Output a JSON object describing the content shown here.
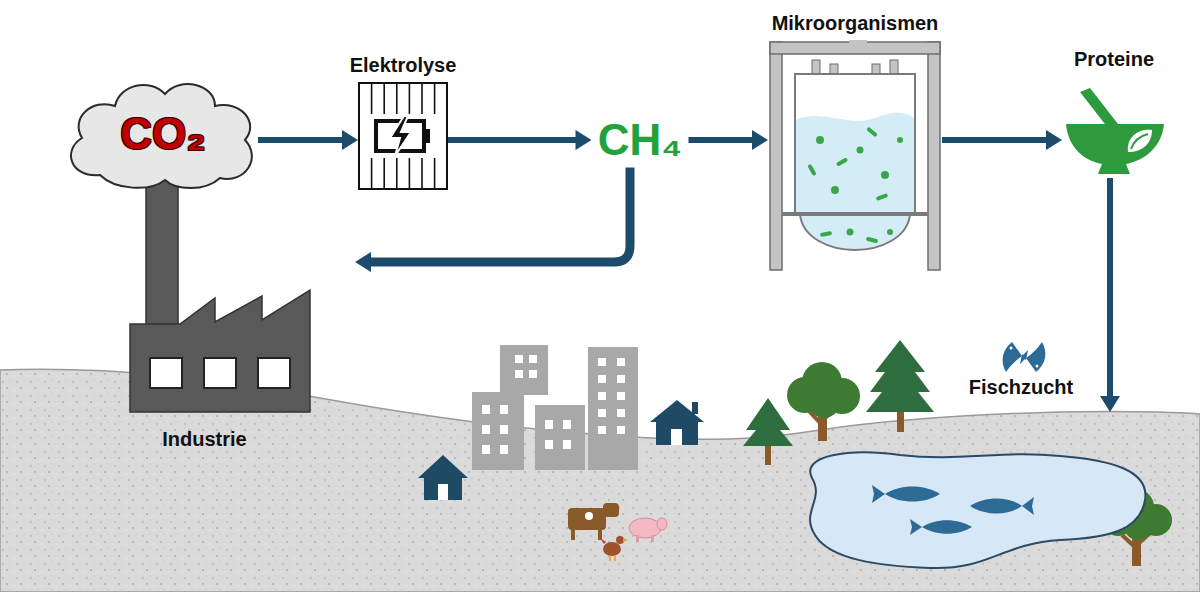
{
  "diagram": {
    "nodes": [
      {
        "text": [
          "CO₂"
        ]
      },
      {
        "text": [
          "Elektrolyse"
        ]
      },
      {
        "text": [
          "CH₄"
        ]
      },
      {
        "text": [
          "Mikroorganismen"
        ]
      },
      {
        "text": [
          "Proteine"
        ]
      },
      {
        "text": [
          "Industrie"
        ]
      },
      {
        "text": [
          "Fischzucht"
        ]
      }
    ],
    "edges": [
      {
        "from": 0,
        "to": 1,
        "arrow": "to"
      },
      {
        "from": 1,
        "to": 2,
        "arrow": "to"
      },
      {
        "from": 2,
        "to": 3,
        "arrow": "to"
      },
      {
        "from": 3,
        "to": 4,
        "arrow": "to"
      },
      {
        "from": 2,
        "to": 5,
        "arrow": "to"
      },
      {
        "from": 4,
        "to": 6,
        "arrow": "to"
      }
    ]
  }
}
